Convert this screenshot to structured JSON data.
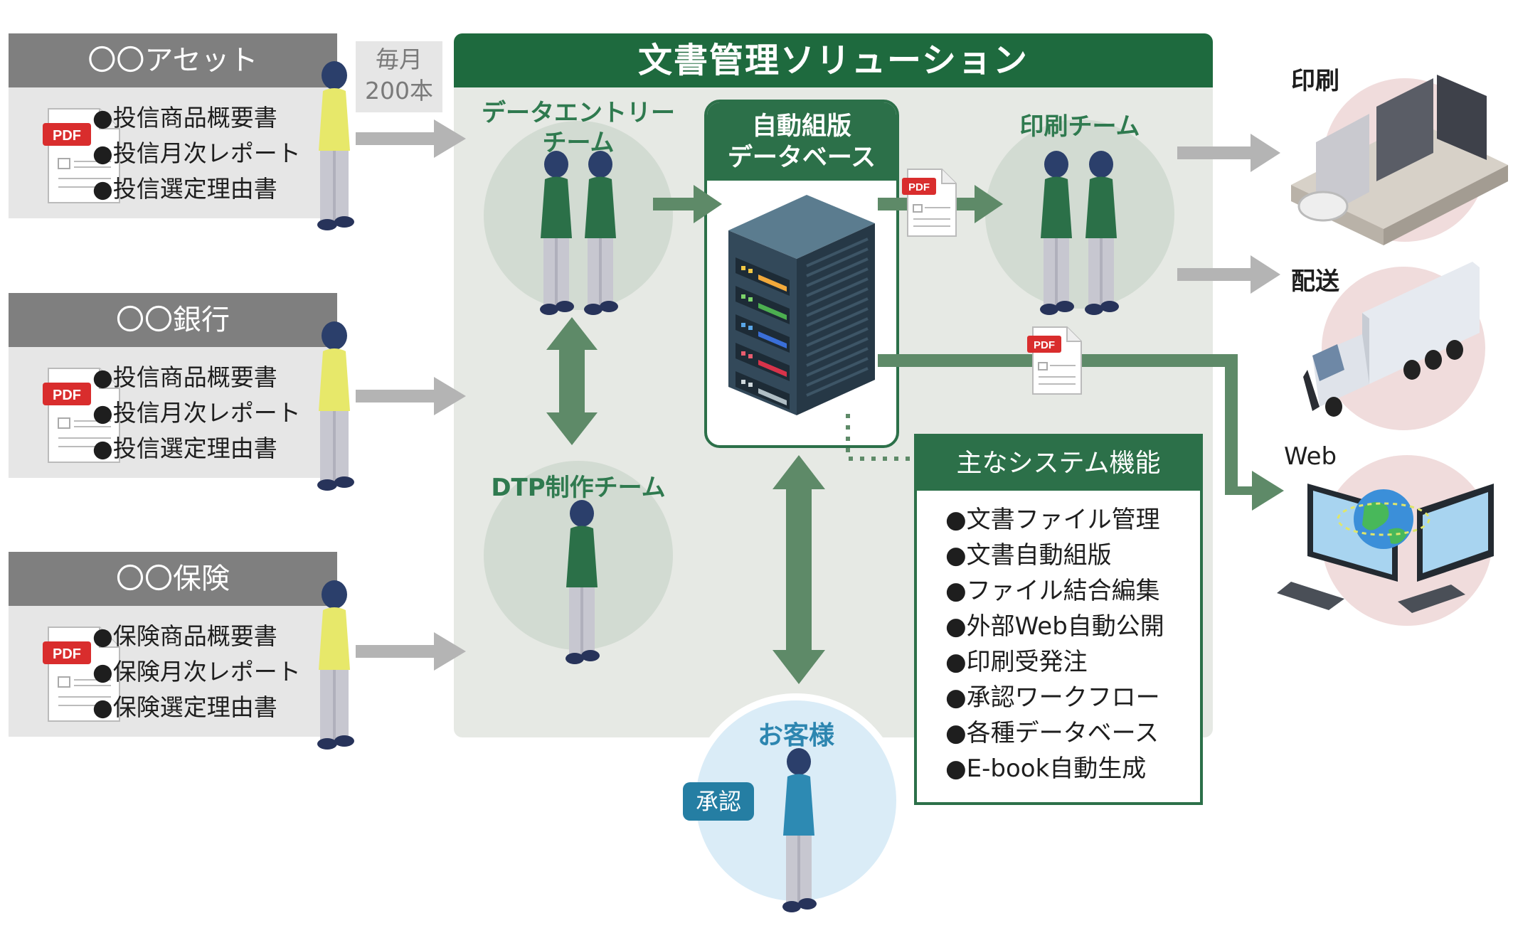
{
  "clients": [
    {
      "name": "〇〇アセット",
      "docs": [
        "投信商品概要書",
        "投信月次レポート",
        "投信選定理由書"
      ]
    },
    {
      "name": "〇〇銀行",
      "docs": [
        "投信商品概要書",
        "投信月次レポート",
        "投信選定理由書"
      ]
    },
    {
      "name": "〇〇保険",
      "docs": [
        "保険商品概要書",
        "保険月次レポート",
        "保険選定理由書"
      ]
    }
  ],
  "volume": {
    "line1": "毎月",
    "line2": "200本"
  },
  "solution": {
    "title": "文書管理ソリューション",
    "data_entry_team": {
      "line1": "データエントリー",
      "line2": "チーム"
    },
    "dtp_team": "DTP制作チーム",
    "database": {
      "line1": "自動組版",
      "line2": "データベース"
    },
    "print_team": "印刷チーム"
  },
  "features": {
    "title": "主なシステム機能",
    "items": [
      "文書ファイル管理",
      "文書自動組版",
      "ファイル結合編集",
      "外部Web自動公開",
      "印刷受発注",
      "承認ワークフロー",
      "各種データベース",
      "E-book自動生成"
    ]
  },
  "outputs": {
    "print": "印刷",
    "delivery": "配送",
    "web": "Web"
  },
  "customer": {
    "label": "お客様",
    "approval": "承認"
  },
  "pdf_label": "PDF",
  "colors": {
    "green_dark": "#1e6a3e",
    "green": "#2c7049",
    "arrow_green": "#5e8a68",
    "arrow_gray": "#b4b4b4",
    "client_head": "#7f7f7f",
    "customer_blue": "#2d86b0"
  }
}
